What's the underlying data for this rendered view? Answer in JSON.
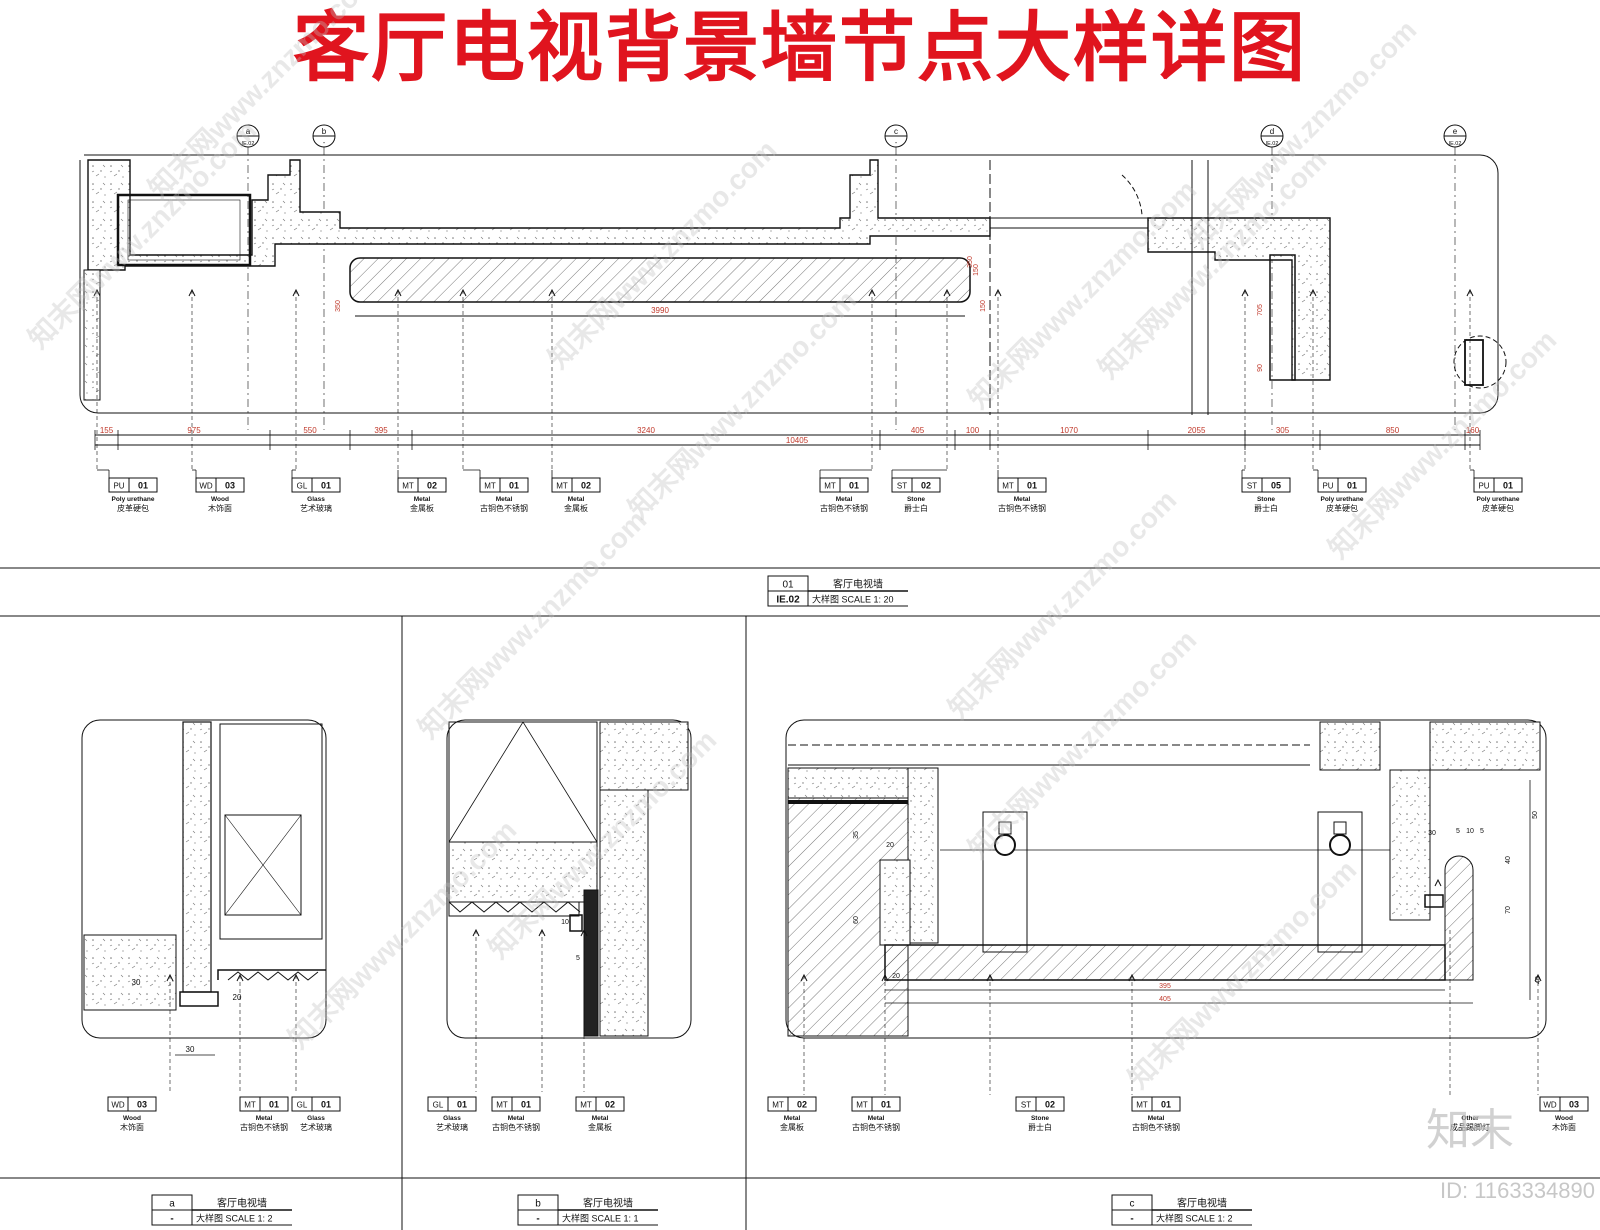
{
  "title": "客厅电视背景墙节点大样详图",
  "section_markers": [
    "a",
    "b",
    "c",
    "d",
    "e"
  ],
  "marker_ref": "IE.02",
  "main_view": {
    "dimensions_total": [
      "155",
      "975",
      "550",
      "395",
      "3240",
      "405",
      "100",
      "1070",
      "2055",
      "305",
      "850",
      "160"
    ],
    "dimension_overall": "10405",
    "dimension_panel": "3990",
    "dimensions_vertical": [
      "350",
      "150",
      "150",
      "350",
      "705",
      "90"
    ],
    "tags": [
      {
        "code": "PU",
        "num": "01",
        "en": "Poly urethane",
        "cn": "皮革硬包"
      },
      {
        "code": "WD",
        "num": "03",
        "en": "Wood",
        "cn": "木饰面"
      },
      {
        "code": "GL",
        "num": "01",
        "en": "Glass",
        "cn": "艺术玻璃"
      },
      {
        "code": "MT",
        "num": "02",
        "en": "Metal",
        "cn": "金属板"
      },
      {
        "code": "MT",
        "num": "01",
        "en": "Metal",
        "cn": "古铜色不锈钢"
      },
      {
        "code": "MT",
        "num": "02",
        "en": "Metal",
        "cn": "金属板"
      },
      {
        "code": "MT",
        "num": "01",
        "en": "Metal",
        "cn": "古铜色不锈钢"
      },
      {
        "code": "ST",
        "num": "02",
        "en": "Stone",
        "cn": "爵士白"
      },
      {
        "code": "MT",
        "num": "01",
        "en": "Metal",
        "cn": "古铜色不锈钢"
      },
      {
        "code": "ST",
        "num": "05",
        "en": "Stone",
        "cn": "爵士白"
      },
      {
        "code": "PU",
        "num": "01",
        "en": "Poly urethane",
        "cn": "皮革硬包"
      },
      {
        "code": "PU",
        "num": "01",
        "en": "Poly urethane",
        "cn": "皮革硬包"
      }
    ]
  },
  "main_label": {
    "num": "01",
    "ref": "IE.02",
    "title": "客厅电视墙",
    "scale": "大样图  SCALE 1: 20"
  },
  "detail_a": {
    "dims": [
      "30",
      "20",
      "30"
    ],
    "tags": [
      {
        "code": "WD",
        "num": "03",
        "en": "Wood",
        "cn": "木饰面"
      },
      {
        "code": "MT",
        "num": "01",
        "en": "Metal",
        "cn": "古铜色不锈钢"
      },
      {
        "code": "GL",
        "num": "01",
        "en": "Glass",
        "cn": "艺术玻璃"
      }
    ],
    "label": {
      "num": "a",
      "ref": "-",
      "title": "客厅电视墙",
      "scale": "大样图  SCALE 1: 2"
    }
  },
  "detail_b": {
    "dims": [
      "10",
      "5"
    ],
    "tags": [
      {
        "code": "GL",
        "num": "01",
        "en": "Glass",
        "cn": "艺术玻璃"
      },
      {
        "code": "MT",
        "num": "01",
        "en": "Metal",
        "cn": "古铜色不锈钢"
      },
      {
        "code": "MT",
        "num": "02",
        "en": "Metal",
        "cn": "金属板"
      }
    ],
    "label": {
      "num": "b",
      "ref": "-",
      "title": "客厅电视墙",
      "scale": "大样图  SCALE 1: 1"
    }
  },
  "detail_c": {
    "dims": [
      "395",
      "405",
      "35",
      "20",
      "60",
      "20",
      "30",
      "5",
      "10",
      "5",
      "50",
      "40",
      "70",
      "40"
    ],
    "tags": [
      {
        "code": "MT",
        "num": "02",
        "en": "Metal",
        "cn": "金属板"
      },
      {
        "code": "MT",
        "num": "01",
        "en": "Metal",
        "cn": "古铜色不锈钢"
      },
      {
        "code": "ST",
        "num": "02",
        "en": "Stone",
        "cn": "爵士白"
      },
      {
        "code": "MT",
        "num": "01",
        "en": "Metal",
        "cn": "古铜色不锈钢"
      },
      {
        "code": "",
        "num": "",
        "en": "Other",
        "cn": "成品踢脚灯"
      },
      {
        "code": "WD",
        "num": "03",
        "en": "Wood",
        "cn": "木饰面"
      }
    ],
    "label": {
      "num": "c",
      "ref": "-",
      "title": "客厅电视墙",
      "scale": "大样图  SCALE 1: 2"
    }
  },
  "watermark": {
    "text": "知末网www.znzmo.com",
    "logo": "知末",
    "id": "ID: 1163334890"
  },
  "colors": {
    "title": "#e0141e",
    "dimension": "#c0392b",
    "line": "#111111",
    "watermark": "#bdbdbd"
  }
}
